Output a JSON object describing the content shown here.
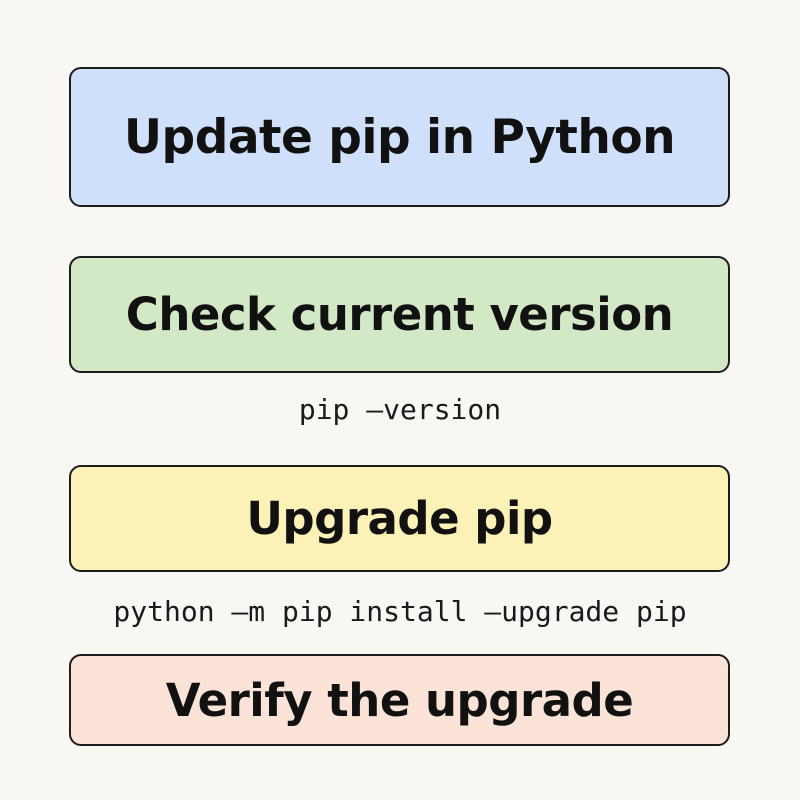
{
  "steps": [
    {
      "label": "Update pip in Python",
      "color": "#cfe0fb"
    },
    {
      "label": "Check current version",
      "color": "#d3e8c5",
      "command": "pip —version"
    },
    {
      "label": "Upgrade pip",
      "color": "#fcf2b8",
      "command": "python —m pip install —upgrade pip"
    },
    {
      "label": "Verify the upgrade",
      "color": "#fbe4d7"
    }
  ]
}
